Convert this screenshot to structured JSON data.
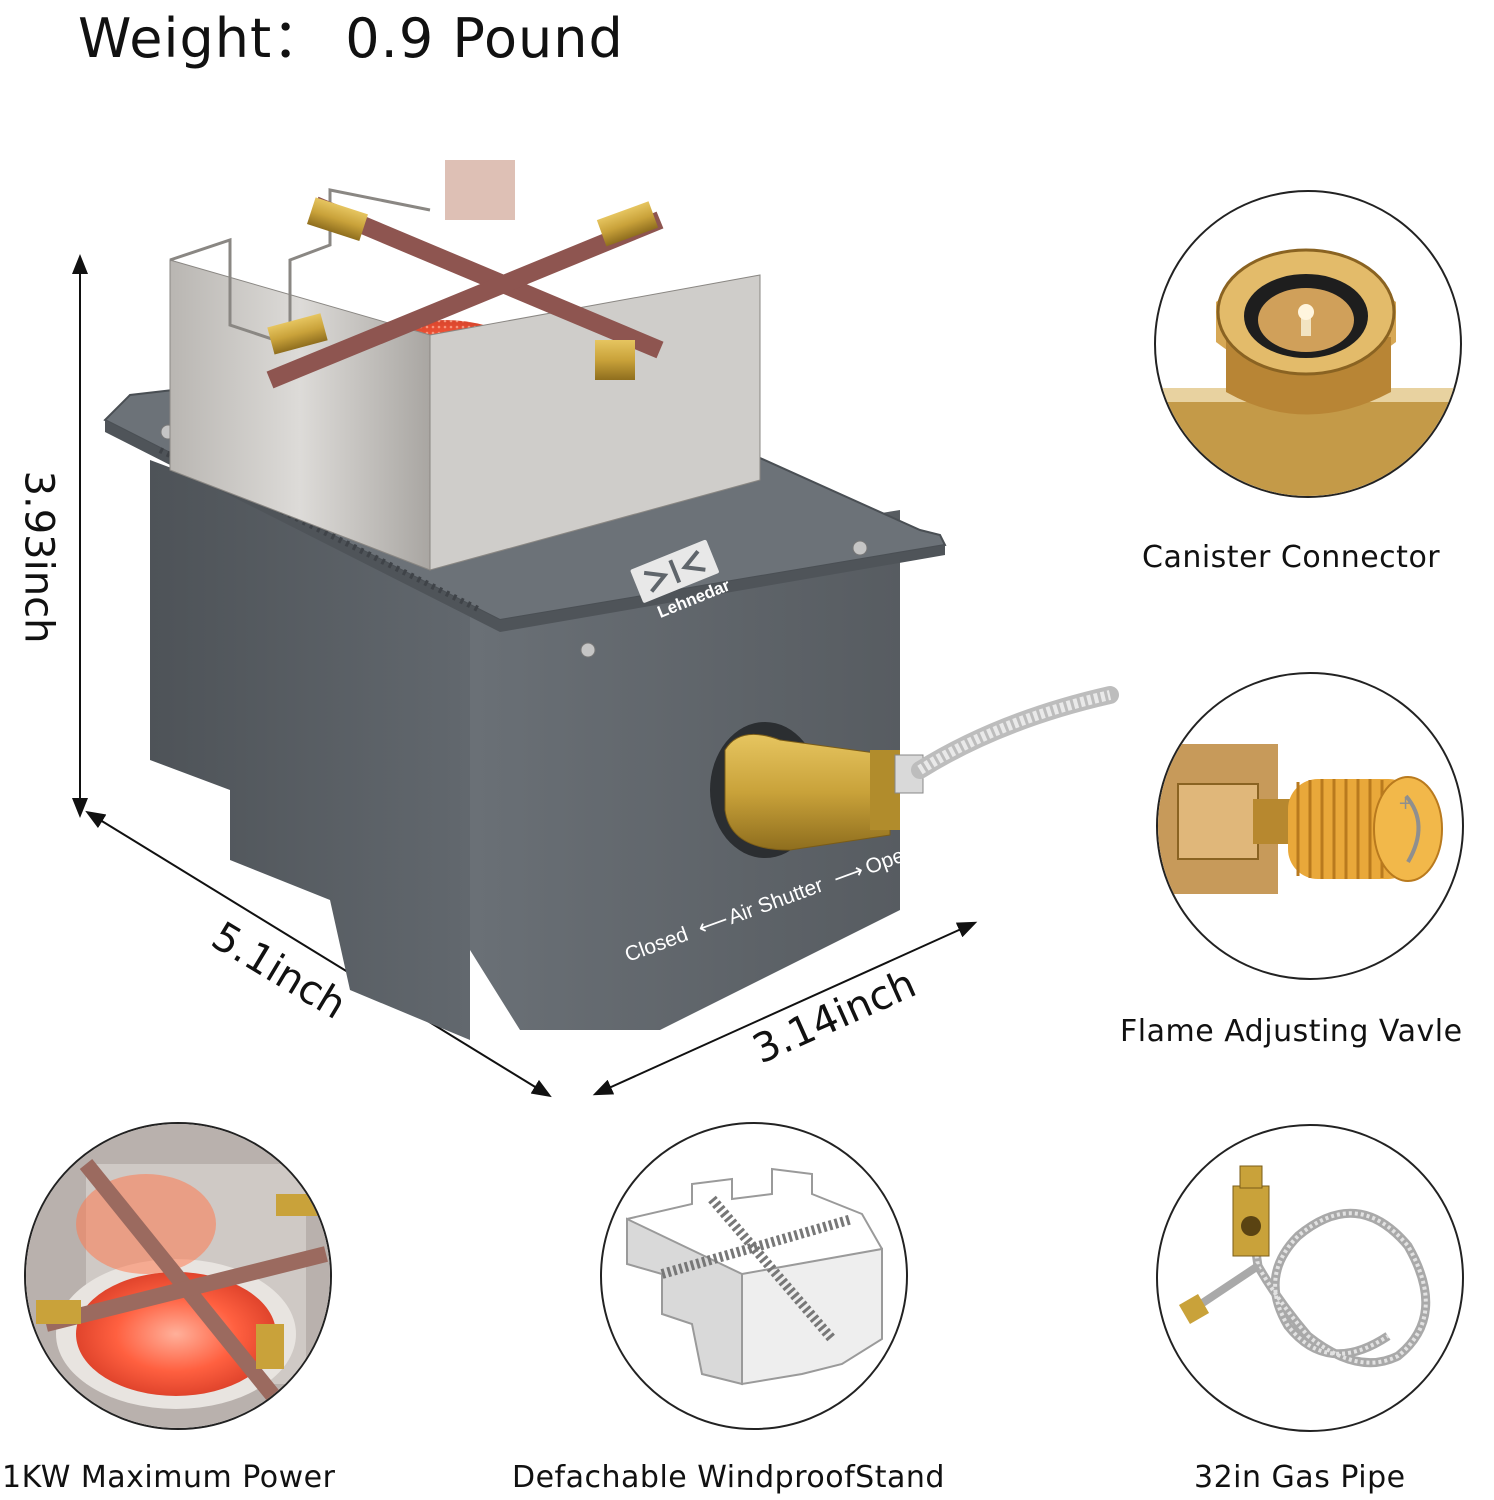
{
  "title": "Weight： 0.9 Pound",
  "dimensions": {
    "height": "3.93inch",
    "length": "5.1inch",
    "width": "3.14inch"
  },
  "stove": {
    "brand": "Lehnedar",
    "shutter_closed": "Closed",
    "shutter_label": "Air Shutter",
    "shutter_open": "Open"
  },
  "features": [
    {
      "label": "Canister Connector",
      "icon": "canister-connector-icon"
    },
    {
      "label": "Flame Adjusting Vavle",
      "icon": "flame-valve-icon"
    },
    {
      "label": "1KW Maximum Power",
      "icon": "burner-flame-icon"
    },
    {
      "label": "Defachable WindproofStand",
      "icon": "windproof-stand-icon"
    },
    {
      "label": "32in Gas Pipe",
      "icon": "gas-pipe-icon"
    }
  ],
  "colors": {
    "stove_body": "#5f656b",
    "brass": "#c9a23a",
    "flame": "#ff5a3c",
    "steel": "#c8c6c3"
  }
}
